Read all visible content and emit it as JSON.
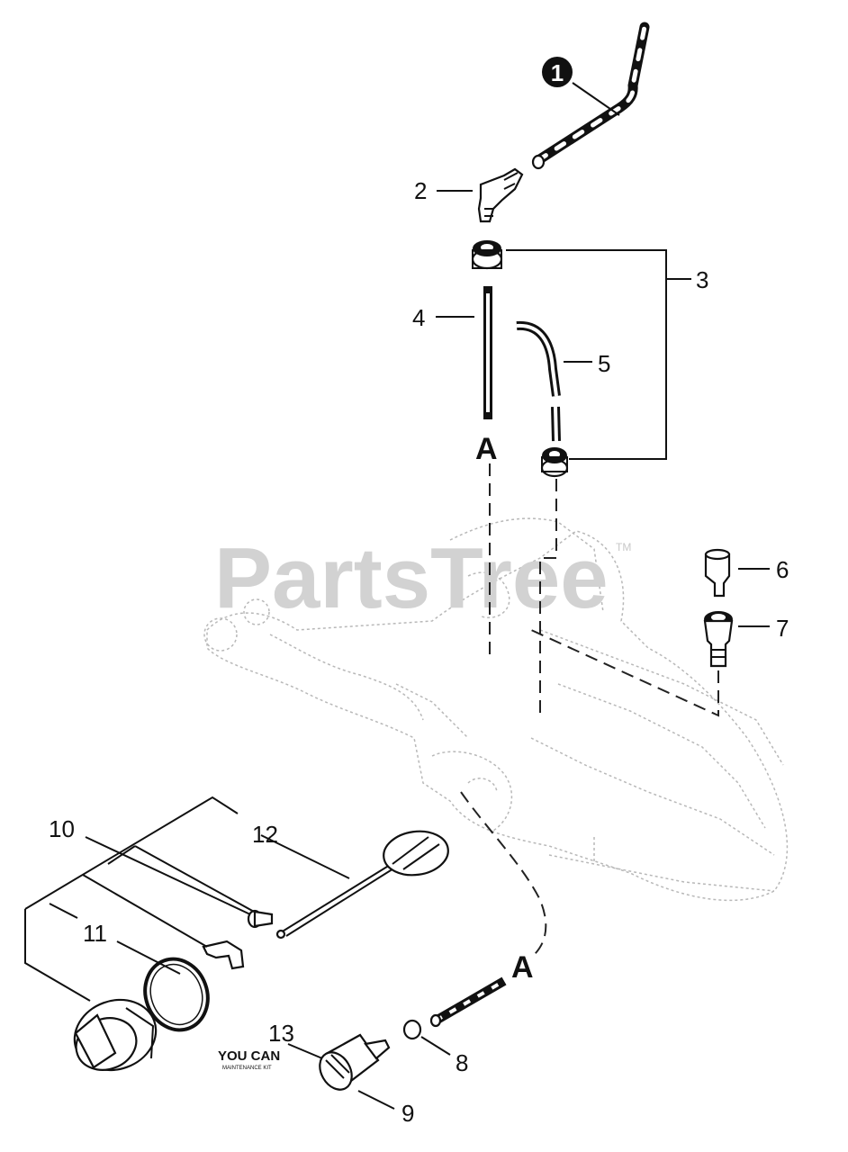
{
  "watermark": {
    "text": "PartsTree",
    "tm": "TM"
  },
  "callouts": [
    {
      "id": "1",
      "label": "1"
    },
    {
      "id": "2",
      "label": "2"
    },
    {
      "id": "3",
      "label": "3"
    },
    {
      "id": "4",
      "label": "4"
    },
    {
      "id": "5",
      "label": "5"
    },
    {
      "id": "6",
      "label": "6"
    },
    {
      "id": "7",
      "label": "7"
    },
    {
      "id": "8",
      "label": "8"
    },
    {
      "id": "9",
      "label": "9"
    },
    {
      "id": "10",
      "label": "10"
    },
    {
      "id": "11",
      "label": "11"
    },
    {
      "id": "12",
      "label": "12"
    },
    {
      "id": "13",
      "label": "13"
    }
  ],
  "references": {
    "a_top": "A",
    "a_bottom": "A"
  },
  "kit_logo": {
    "brand": "YOU CAN",
    "subtitle": "MAINTENANCE KIT"
  }
}
